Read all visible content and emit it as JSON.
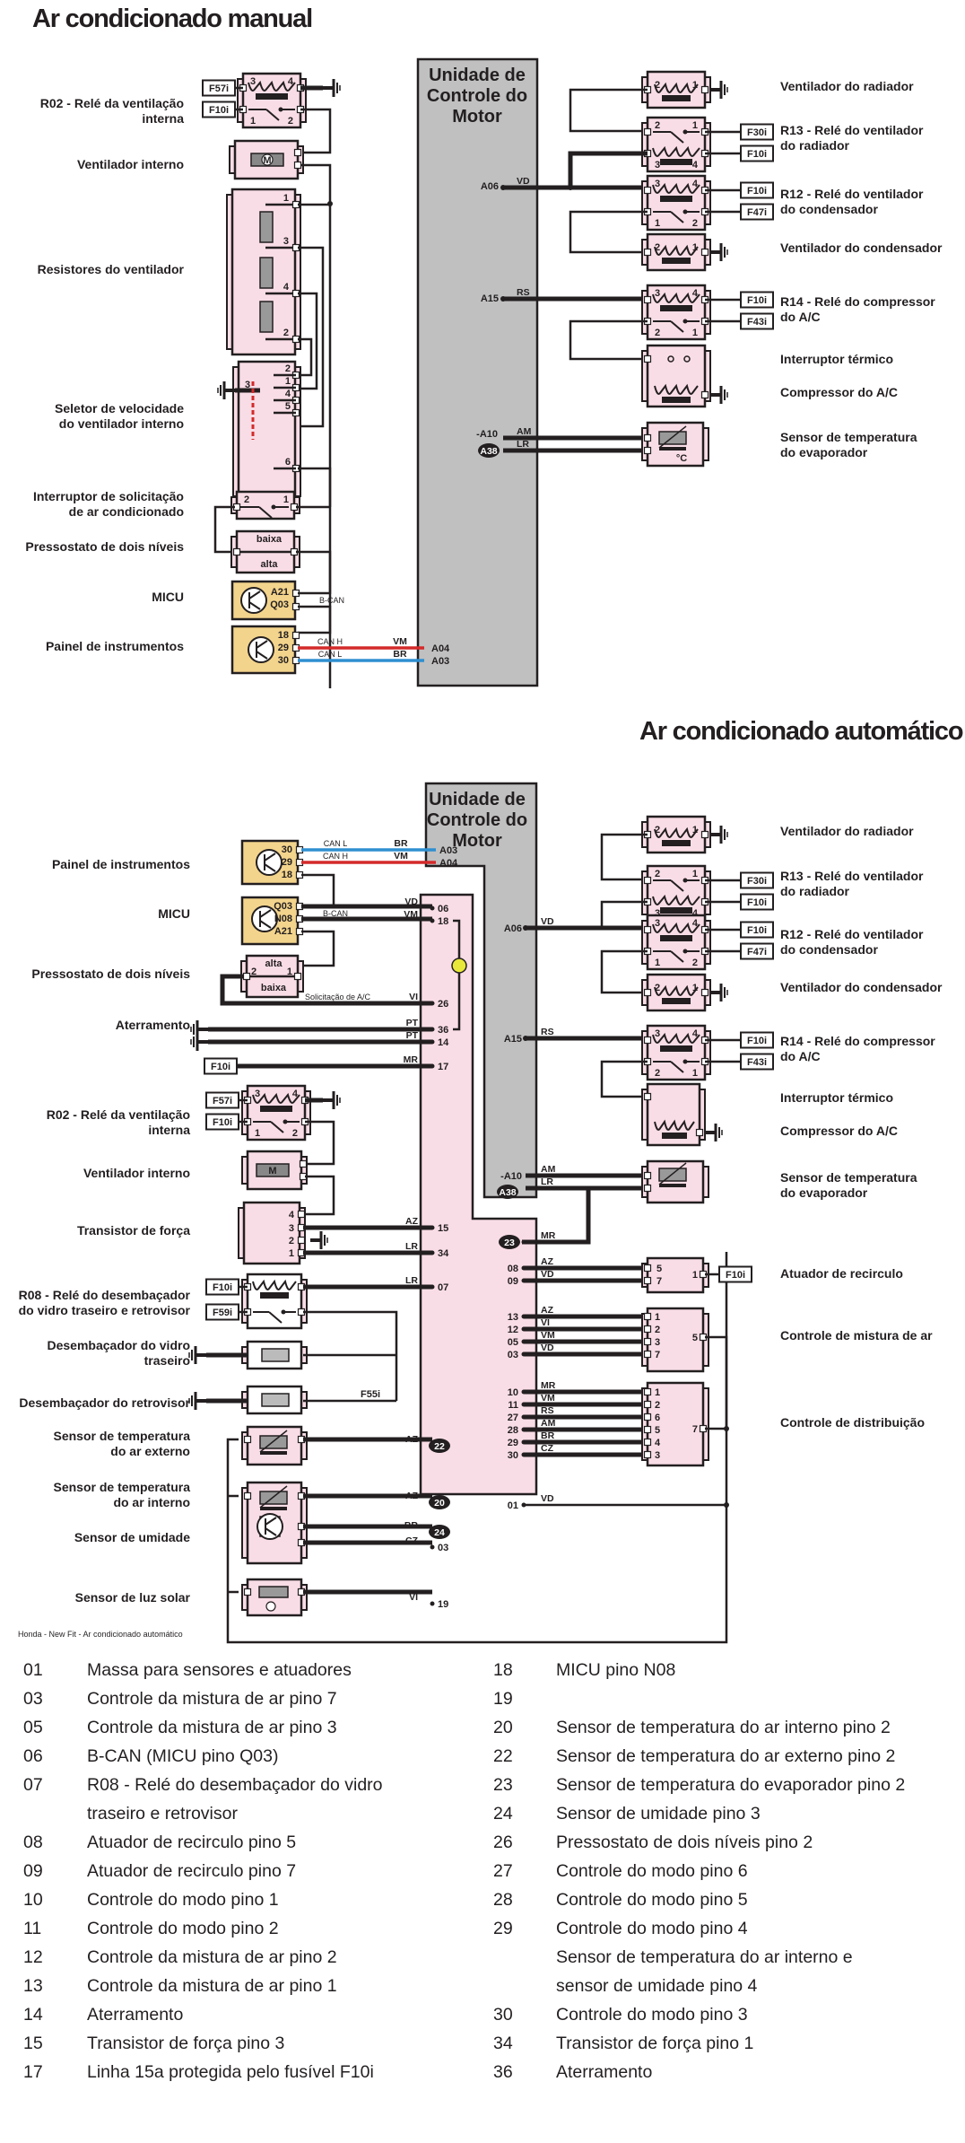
{
  "manual": {
    "title": "Ar condicionado manual",
    "ecu_title": [
      "Unidade de",
      "Controle do",
      "Motor"
    ],
    "components_left": [
      {
        "id": "r02",
        "label": [
          "R02 - Relé da ventilação",
          "interna"
        ]
      },
      {
        "id": "vent_int",
        "label": [
          "Ventilador interno"
        ]
      },
      {
        "id": "resist",
        "label": [
          "Resistores do ventilador"
        ]
      },
      {
        "id": "seletor",
        "label": [
          "Seletor de velocidade",
          "do ventilador interno"
        ]
      },
      {
        "id": "interruptor",
        "label": [
          "Interruptor de solicitação",
          "de ar condicionado"
        ]
      },
      {
        "id": "pressostato",
        "label": [
          "Pressostato de dois níveis"
        ]
      },
      {
        "id": "micu",
        "label": [
          "MICU"
        ]
      },
      {
        "id": "painel",
        "label": [
          "Painel de instrumentos"
        ]
      }
    ],
    "components_right": [
      {
        "id": "vent_rad",
        "label": [
          "Ventilador do radiador"
        ]
      },
      {
        "id": "r13",
        "label": [
          "R13 - Relé do ventilador",
          "do radiador"
        ]
      },
      {
        "id": "r12",
        "label": [
          "R12 - Relé do ventilador",
          "do condensador"
        ]
      },
      {
        "id": "vent_cond",
        "label": [
          "Ventilador do condensador"
        ]
      },
      {
        "id": "r14",
        "label": [
          "R14 - Relé do compressor",
          "do A/C"
        ]
      },
      {
        "id": "term",
        "label": [
          "Interruptor térmico"
        ]
      },
      {
        "id": "comp",
        "label": [
          "Compressor do A/C"
        ]
      },
      {
        "id": "evap",
        "label": [
          "Sensor de temperatura",
          "do evaporador"
        ]
      }
    ],
    "fuses": {
      "r02_coil": "F57i",
      "r02_switch": "F10i",
      "r13_sw": "F30i",
      "r13_coil": "F10i",
      "r12_coil": "F10i",
      "r12_sw": "F47i",
      "r14_coil": "F10i",
      "r14_sw": "F43i"
    },
    "ecu_pins": {
      "a06": "A06",
      "a15": "A15",
      "a10": "-A10",
      "a38": "A38",
      "a04": "A04",
      "a03": "A03"
    },
    "wire_colors": {
      "a06": "VD",
      "a15": "RS",
      "a10": "AM",
      "a38": "LR",
      "can_h": "VM",
      "can_l": "BR"
    },
    "can_labels": {
      "h": "CAN H",
      "l": "CAN L",
      "bcan": "B-CAN"
    },
    "micu_pins": [
      "A21",
      "Q03"
    ],
    "painel_pins": [
      "18",
      "29",
      "30"
    ],
    "pressostato": {
      "low": "baixa",
      "high": "alta"
    }
  },
  "automatic": {
    "title": "Ar condicionado automático",
    "ecu_title": [
      "Unidade de",
      "Controle do",
      "Motor"
    ],
    "components_left": [
      {
        "id": "painel",
        "label": [
          "Painel de instrumentos"
        ]
      },
      {
        "id": "micu",
        "label": [
          "MICU"
        ]
      },
      {
        "id": "pressostato",
        "label": [
          "Pressostato de dois níveis"
        ]
      },
      {
        "id": "aterr",
        "label": [
          "Aterramento"
        ]
      },
      {
        "id": "r02",
        "label": [
          "R02 - Relé da ventilação",
          "interna"
        ]
      },
      {
        "id": "vent_int",
        "label": [
          "Ventilador interno"
        ]
      },
      {
        "id": "transistor",
        "label": [
          "Transistor de força"
        ]
      },
      {
        "id": "r08",
        "label": [
          "R08 - Relé do desembaçador",
          "do vidro traseiro e retrovisor"
        ]
      },
      {
        "id": "desemb_vidro",
        "label": [
          "Desembaçador do vidro",
          "traseiro"
        ]
      },
      {
        "id": "desemb_retro",
        "label": [
          "Desembaçador do retrovisor"
        ]
      },
      {
        "id": "sens_ext",
        "label": [
          "Sensor de temperatura",
          "do ar externo"
        ]
      },
      {
        "id": "sens_int",
        "label": [
          "Sensor de temperatura",
          "do ar interno"
        ]
      },
      {
        "id": "sens_umid",
        "label": [
          "Sensor de umidade"
        ]
      },
      {
        "id": "sens_solar",
        "label": [
          "Sensor de luz solar"
        ]
      }
    ],
    "components_right": [
      {
        "id": "vent_rad",
        "label": [
          "Ventilador do radiador"
        ]
      },
      {
        "id": "r13",
        "label": [
          "R13 - Relé do ventilador",
          "do radiador"
        ]
      },
      {
        "id": "r12",
        "label": [
          "R12 - Relé do ventilador",
          "do condensador"
        ]
      },
      {
        "id": "vent_cond",
        "label": [
          "Ventilador do condensador"
        ]
      },
      {
        "id": "r14",
        "label": [
          "R14 - Relé do compressor",
          "do A/C"
        ]
      },
      {
        "id": "term",
        "label": [
          "Interruptor térmico"
        ]
      },
      {
        "id": "comp",
        "label": [
          "Compressor do A/C"
        ]
      },
      {
        "id": "evap",
        "label": [
          "Sensor de temperatura",
          "do evaporador"
        ]
      },
      {
        "id": "recirc",
        "label": [
          "Atuador de recirculo"
        ]
      },
      {
        "id": "mistura",
        "label": [
          "Controle de mistura de ar"
        ]
      },
      {
        "id": "distrib",
        "label": [
          "Controle de distribuição"
        ]
      }
    ],
    "hvac_left_pins": [
      {
        "pin": "06",
        "wire": "VD"
      },
      {
        "pin": "18",
        "wire": "VM"
      },
      {
        "pin": "26",
        "wire": "VI"
      },
      {
        "pin": "36",
        "wire": "PT"
      },
      {
        "pin": "14",
        "wire": "PT"
      },
      {
        "pin": "17",
        "wire": "MR"
      },
      {
        "pin": "15",
        "wire": "AZ"
      },
      {
        "pin": "34",
        "wire": "LR"
      },
      {
        "pin": "07",
        "wire": "LR"
      },
      {
        "pin": "22",
        "wire": "AZ"
      },
      {
        "pin": "20",
        "wire": "AZ"
      },
      {
        "pin": "24",
        "wire": "BR"
      },
      {
        "pin": "03",
        "wire": "CZ"
      },
      {
        "pin": "19",
        "wire": "VI"
      }
    ],
    "hvac_right_pins": [
      {
        "pin": "23",
        "wire": "MR"
      },
      {
        "pin": "08",
        "wire": "AZ"
      },
      {
        "pin": "09",
        "wire": "VD"
      },
      {
        "pin": "13",
        "wire": "AZ"
      },
      {
        "pin": "12",
        "wire": "VI"
      },
      {
        "pin": "05",
        "wire": "VM"
      },
      {
        "pin": "03",
        "wire": "VD"
      },
      {
        "pin": "10",
        "wire": "MR"
      },
      {
        "pin": "11",
        "wire": "VM"
      },
      {
        "pin": "27",
        "wire": "RS"
      },
      {
        "pin": "28",
        "wire": "AM"
      },
      {
        "pin": "29",
        "wire": "BR"
      },
      {
        "pin": "30",
        "wire": "CZ"
      },
      {
        "pin": "01",
        "wire": "VD"
      }
    ],
    "recirc_pins": [
      "5",
      "7",
      "1"
    ],
    "mistura_pins": [
      "1",
      "2",
      "3",
      "7",
      "5"
    ],
    "distrib_pins": [
      "1",
      "2",
      "6",
      "5",
      "4",
      "3",
      "7"
    ],
    "fuses": {
      "f10_line": "F10i",
      "r02_coil": "F57i",
      "r02_sw": "F10i",
      "r08_coil": "F10i",
      "r08_sw": "F59i",
      "f55": "F55i",
      "recirc": "F10i",
      "r13_sw": "F30i",
      "r13_coil": "F10i",
      "r12_coil": "F10i",
      "r12_sw": "F47i",
      "r14_coil": "F10i",
      "r14_sw": "F43i"
    },
    "ecu_pins": {
      "a03": "A03",
      "a04": "A04",
      "a06": "A06",
      "a15": "A15",
      "a10": "-A10",
      "a38": "A38"
    },
    "wire_colors": {
      "can_l": "BR",
      "can_h": "VM",
      "a06": "VD",
      "a15": "RS",
      "a10": "AM",
      "a38": "LR"
    },
    "can_labels": {
      "l": "CAN L",
      "h": "CAN H",
      "bcan": "B-CAN",
      "solic": "Solicitação de A/C"
    },
    "painel_pins": [
      "30",
      "29",
      "18"
    ],
    "micu_pins": [
      "Q03",
      "N08",
      "A21"
    ],
    "pressostato": {
      "high": "alta",
      "low": "baixa"
    },
    "caption": "Honda - New Fit - Ar condicionado automático"
  },
  "legend": {
    "left": [
      {
        "num": "01",
        "text": [
          "Massa para sensores e atuadores"
        ]
      },
      {
        "num": "03",
        "text": [
          "Controle da mistura de ar pino 7"
        ]
      },
      {
        "num": "05",
        "text": [
          "Controle da mistura de ar pino 3"
        ]
      },
      {
        "num": "06",
        "text": [
          "B-CAN (MICU pino Q03)"
        ]
      },
      {
        "num": "07",
        "text": [
          "R08 - Relé do desembaçador do vidro",
          "traseiro e retrovisor"
        ]
      },
      {
        "num": "08",
        "text": [
          "Atuador de recirculo pino 5"
        ]
      },
      {
        "num": "09",
        "text": [
          "Atuador de recirculo pino 7"
        ]
      },
      {
        "num": "10",
        "text": [
          "Controle do modo pino 1"
        ]
      },
      {
        "num": "11",
        "text": [
          "Controle do modo pino 2"
        ]
      },
      {
        "num": "12",
        "text": [
          "Controle da mistura de ar pino 2"
        ]
      },
      {
        "num": "13",
        "text": [
          "Controle da mistura de ar pino 1"
        ]
      },
      {
        "num": "14",
        "text": [
          "Aterramento"
        ]
      },
      {
        "num": "15",
        "text": [
          "Transistor de força pino 3"
        ]
      },
      {
        "num": "17",
        "text": [
          "Linha 15a protegida pelo fusível F10i"
        ]
      }
    ],
    "right": [
      {
        "num": "18",
        "text": [
          "MICU pino N08"
        ]
      },
      {
        "num": "19",
        "text": [
          ""
        ]
      },
      {
        "num": "20",
        "text": [
          "Sensor de temperatura do ar interno pino 2"
        ]
      },
      {
        "num": "22",
        "text": [
          "Sensor de temperatura do ar externo pino 2"
        ]
      },
      {
        "num": "23",
        "text": [
          "Sensor de temperatura do evaporador pino 2"
        ]
      },
      {
        "num": "24",
        "text": [
          "Sensor de umidade pino 3"
        ]
      },
      {
        "num": "26",
        "text": [
          "Pressostato de dois níveis pino 2"
        ]
      },
      {
        "num": "27",
        "text": [
          "Controle do modo pino 6"
        ]
      },
      {
        "num": "28",
        "text": [
          "Controle do modo pino 5"
        ]
      },
      {
        "num": "29",
        "text": [
          "Controle do modo pino 4"
        ]
      },
      {
        "num": "",
        "text": [
          "Sensor de temperatura do ar interno e",
          "sensor de umidade pino 4"
        ]
      },
      {
        "num": "30",
        "text": [
          "Controle do modo pino 3"
        ]
      },
      {
        "num": "34",
        "text": [
          "Transistor de força pino 1"
        ]
      },
      {
        "num": "36",
        "text": [
          "Aterramento"
        ]
      }
    ]
  },
  "colors": {
    "component_fill": "#f9dde6",
    "ecu_fill": "#c0c0c0",
    "module_fill": "#f3d48c",
    "can_high": "#d42a2a",
    "can_low": "#2f8fd0",
    "line": "#231f20"
  }
}
